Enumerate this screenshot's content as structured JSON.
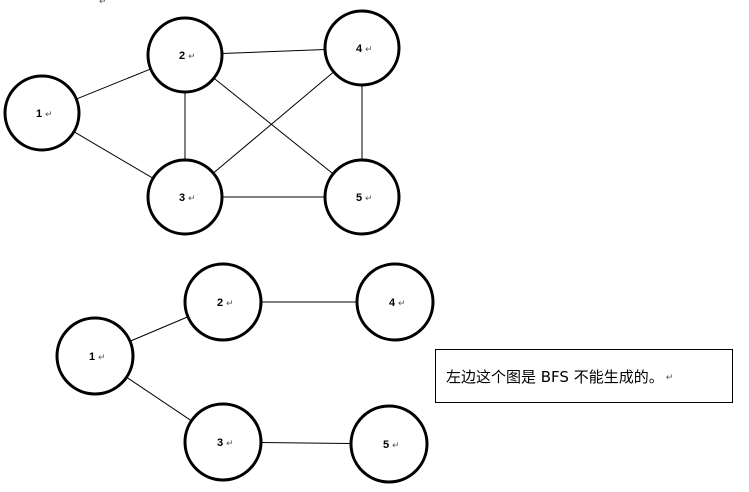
{
  "paragraph_mark": "↵",
  "graph_full": {
    "nodes": [
      {
        "id": "1",
        "label": "1"
      },
      {
        "id": "2",
        "label": "2"
      },
      {
        "id": "3",
        "label": "3"
      },
      {
        "id": "4",
        "label": "4"
      },
      {
        "id": "5",
        "label": "5"
      }
    ],
    "edges": [
      [
        "1",
        "2"
      ],
      [
        "1",
        "3"
      ],
      [
        "2",
        "3"
      ],
      [
        "2",
        "4"
      ],
      [
        "2",
        "5"
      ],
      [
        "3",
        "4"
      ],
      [
        "3",
        "5"
      ],
      [
        "4",
        "5"
      ]
    ]
  },
  "graph_tree": {
    "nodes": [
      {
        "id": "1",
        "label": "1"
      },
      {
        "id": "2",
        "label": "2"
      },
      {
        "id": "3",
        "label": "3"
      },
      {
        "id": "4",
        "label": "4"
      },
      {
        "id": "5",
        "label": "5"
      }
    ],
    "edges": [
      [
        "1",
        "2"
      ],
      [
        "1",
        "3"
      ],
      [
        "2",
        "4"
      ],
      [
        "3",
        "5"
      ]
    ]
  },
  "note": {
    "text": "左边这个图是 BFS 不能生成的。"
  }
}
